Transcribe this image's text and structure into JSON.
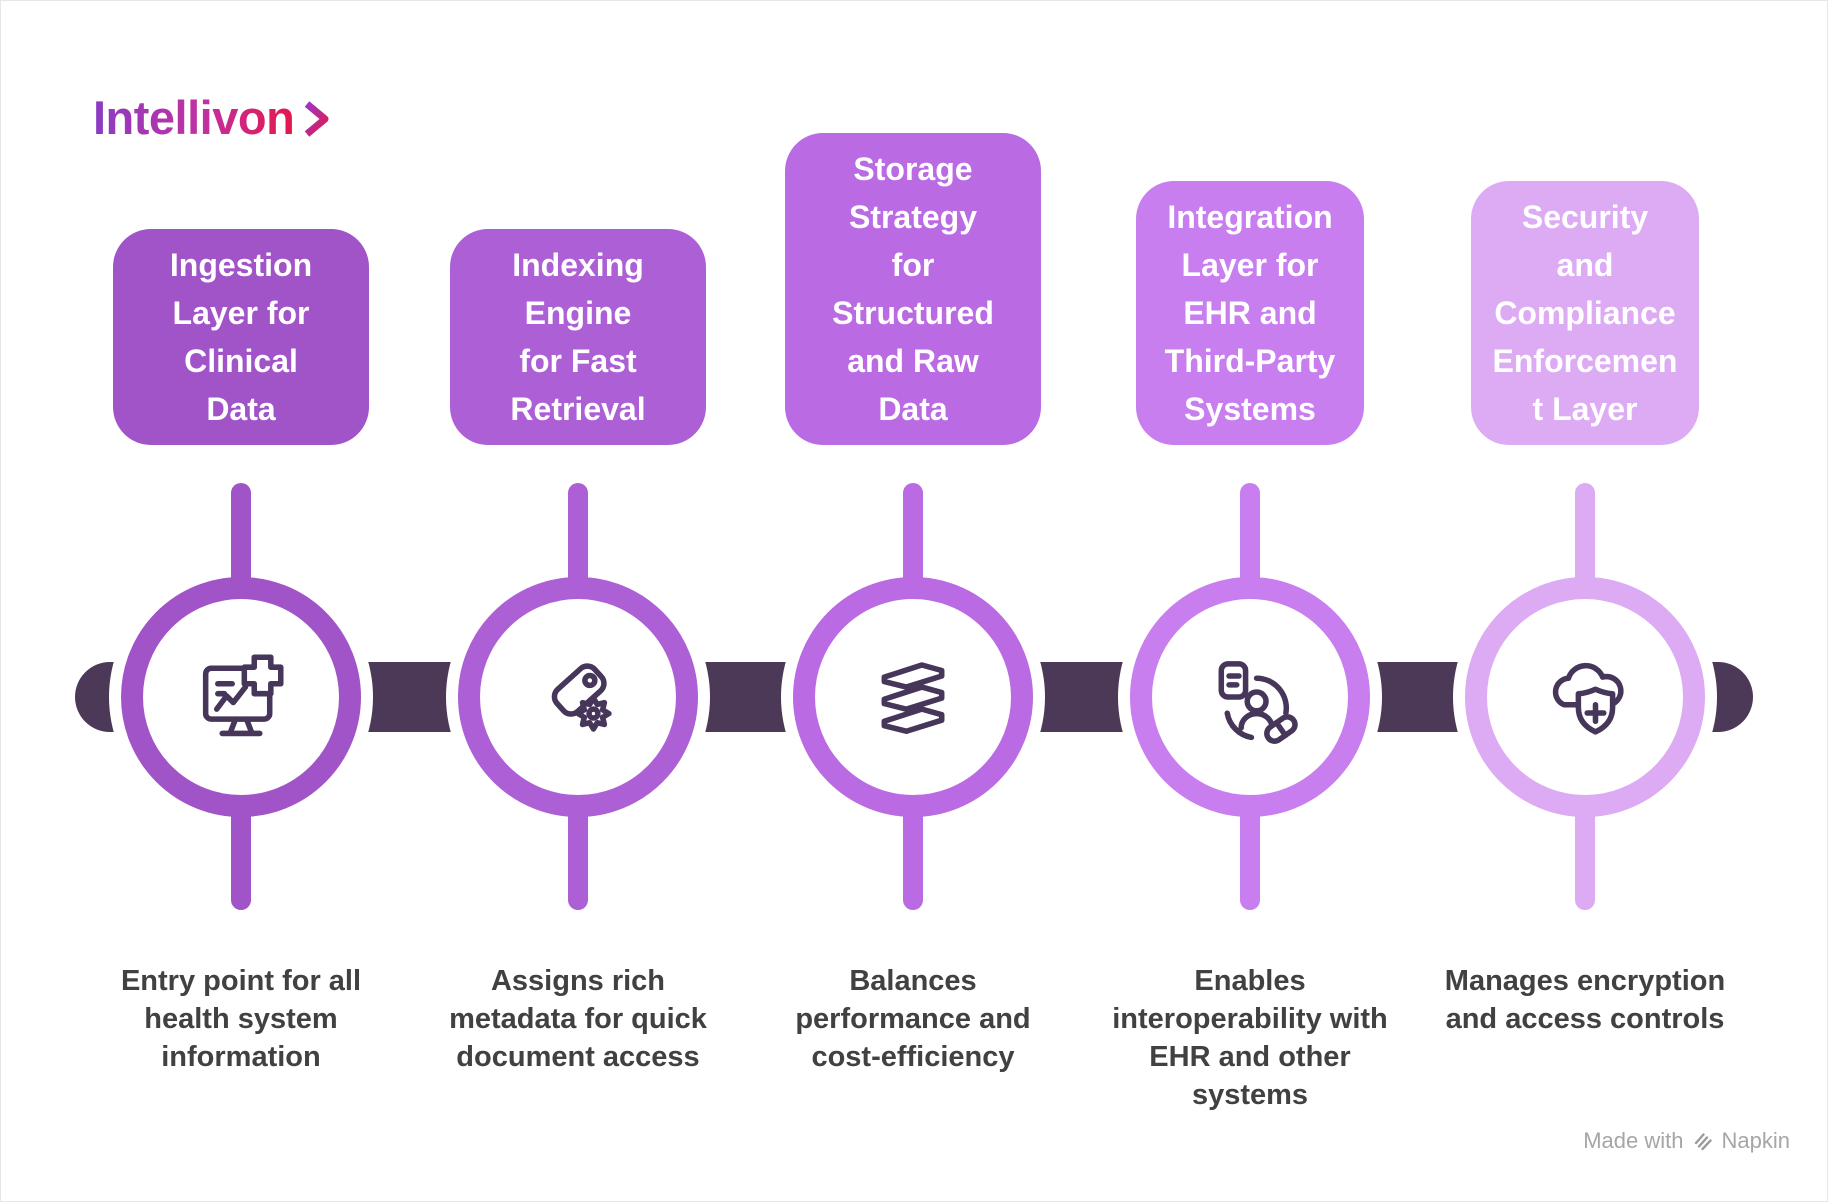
{
  "brand": {
    "name": "Intellivon"
  },
  "palette": {
    "bar": "#4C3857",
    "icon_stroke": "#463659",
    "title_text": "#FFFFFF",
    "description_text": "#414141",
    "logo_gradient_start": "#8A3CC4",
    "logo_gradient_end": "#E5174B",
    "watermark_text": "#A6A6A6"
  },
  "stages": [
    {
      "title": "Ingestion\nLayer for\nClinical\nData",
      "description": "Entry point for all\nhealth system\ninformation",
      "accent": "#A153C8",
      "icon": "monitor-health-chart-icon"
    },
    {
      "title": "Indexing\nEngine\nfor Fast\nRetrieval",
      "description": "Assigns rich\nmetadata for quick\ndocument access",
      "accent": "#AD60D6",
      "icon": "tag-gear-icon"
    },
    {
      "title": "Storage\nStrategy\nfor\nStructured\nand Raw\nData",
      "description": "Balances\nperformance and\ncost-efficiency",
      "accent": "#BA6AE2",
      "icon": "layer-stack-icon"
    },
    {
      "title": "Integration\nLayer for\nEHR and\nThird-Party\nSystems",
      "description": "Enables\ninteroperability with\nEHR and other\nsystems",
      "accent": "#C87EEF",
      "icon": "patient-integration-icon"
    },
    {
      "title": "Security\nand\nCompliance\nEnforcemen\nt Layer",
      "description": "Manages encryption\nand access controls",
      "accent": "#DCABF4",
      "icon": "cloud-shield-icon"
    }
  ],
  "watermark": {
    "label": "Made with",
    "brand": "Napkin"
  }
}
